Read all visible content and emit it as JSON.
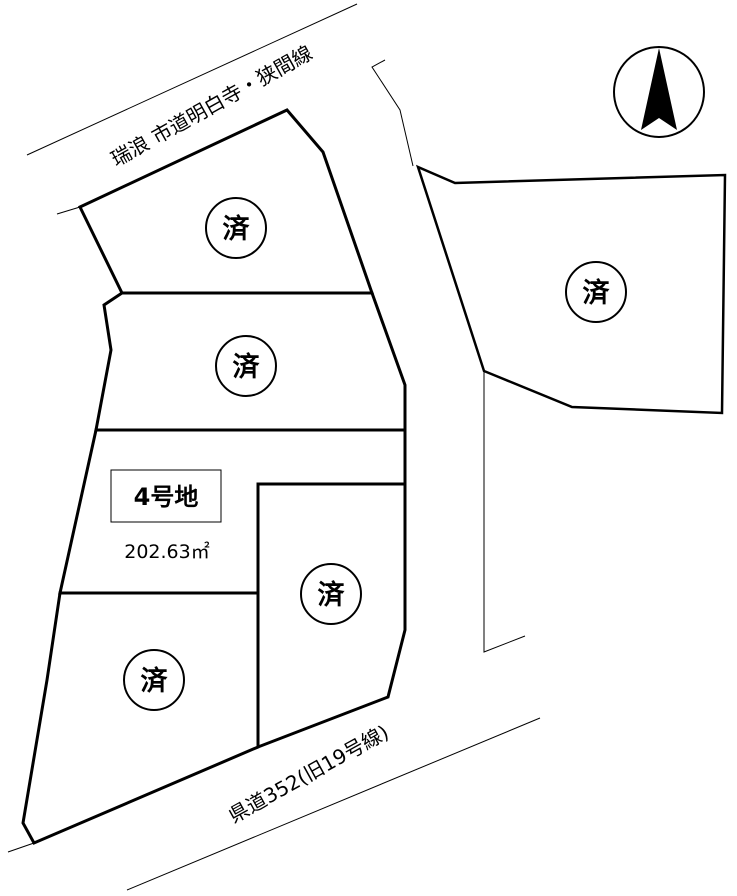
{
  "roads": {
    "north_road": "瑞浪 市道明白寺・狭間線",
    "south_road": "県道352(旧19号線)"
  },
  "lots": [
    {
      "id": "lot-top",
      "status": "済"
    },
    {
      "id": "lot-second",
      "status": "済"
    },
    {
      "id": "lot-right",
      "status": "済"
    },
    {
      "id": "lot-bottom-right",
      "status": "済"
    },
    {
      "id": "lot-bottom-left",
      "status": "済"
    }
  ],
  "featured_lot": {
    "label": "4号地",
    "area": "202.63㎡"
  },
  "compass": {
    "icon": "north-arrow-icon"
  },
  "colors": {
    "line": "#000000",
    "background": "#ffffff"
  }
}
